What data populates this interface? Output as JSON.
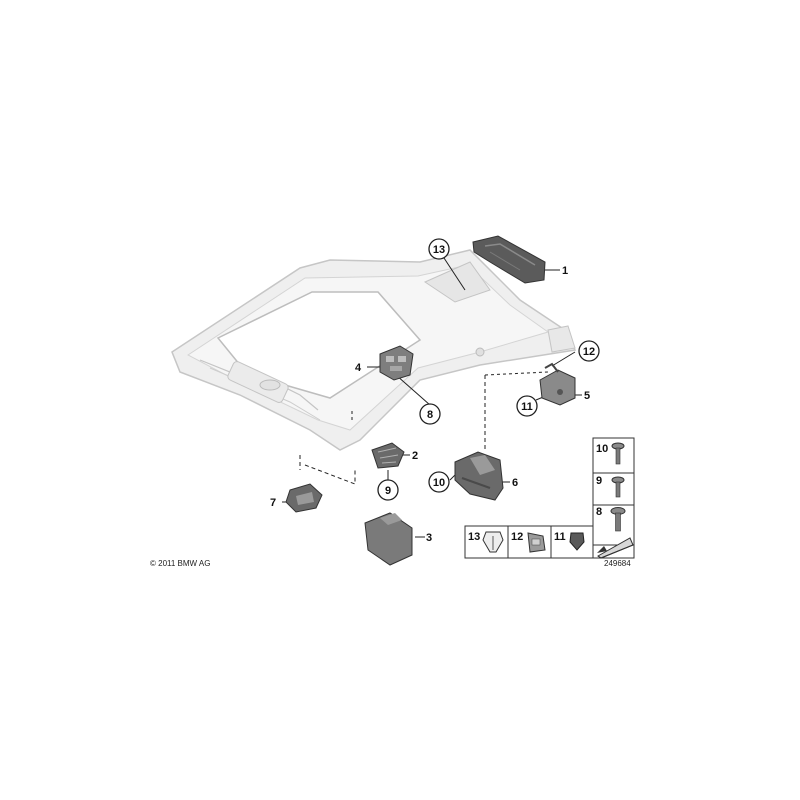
{
  "diagram": {
    "callouts": {
      "c1": "1",
      "c2": "2",
      "c3": "3",
      "c4": "4",
      "c5": "5",
      "c6": "6",
      "c7": "7",
      "c8": "8",
      "c9": "9",
      "c10": "10",
      "c11": "11",
      "c12": "12",
      "c13": "13"
    },
    "legend": {
      "right_column": [
        "10",
        "9",
        "8"
      ],
      "bottom_row": [
        "13",
        "12",
        "11"
      ]
    },
    "copyright": "© 2011 BMW AG",
    "image_number": "249684"
  },
  "colors": {
    "headliner_fill": "#efefef",
    "headliner_stroke": "#c8c8c8",
    "part_dark": "#5a5a5a",
    "part_mid": "#8a8a8a",
    "line": "#222222",
    "legend_border": "#333333"
  }
}
